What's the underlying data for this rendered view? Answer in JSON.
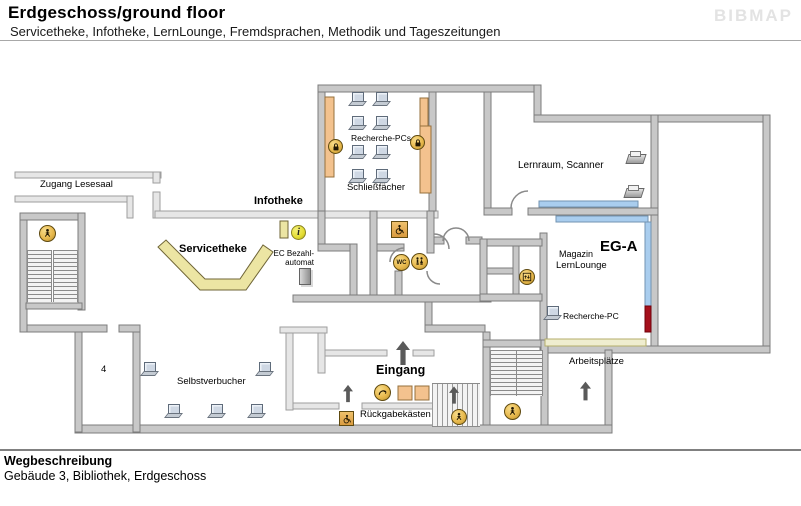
{
  "header": {
    "title": "Erdgeschoss/ground floor",
    "subtitle": "Servicetheke, Infotheke, LernLounge, Fremdsprachen, Methodik und Tageszeitungen",
    "logo": "BIBMAP"
  },
  "footer": {
    "heading": "Wegbeschreibung",
    "description": "Gebäude 3, Bibliothek, Erdgeschoss"
  },
  "plan": {
    "colors": {
      "wall": "#c8c8c8",
      "wall_light": "#e6e6e6",
      "desk": "#ece5a3",
      "locker": "#f3c28e",
      "table_blue": "#a9cdee",
      "accent_red": "#a5101c",
      "worktop": "#efedcf",
      "icon_yellow": "#e8b94d"
    },
    "labels": {
      "zugang_lesesaal": "Zugang Lesesaal",
      "infotheke": "Infotheke",
      "servicetheke": "Servicetheke",
      "ec_bezahlautomat_line1": "EC Bezahl-",
      "ec_bezahlautomat_line2": "automat",
      "recherche_pcs": "Recherche-PCs",
      "schliessfaecher": "Schließfächer",
      "lernraum_scanner": "Lernraum, Scanner",
      "magazin": "Magazin",
      "magazin_code": "EG-A",
      "lernlounge": "LernLounge",
      "recherche_pc": "Recherche-PC",
      "arbeitsplaetze": "Arbeitsplätze",
      "selbstverbucher": "Selbstverbucher",
      "eingang": "Eingang",
      "rueckgabekaesten": "Rückgabekästen",
      "room_number": "4",
      "wc": "WC",
      "info": "i"
    }
  }
}
